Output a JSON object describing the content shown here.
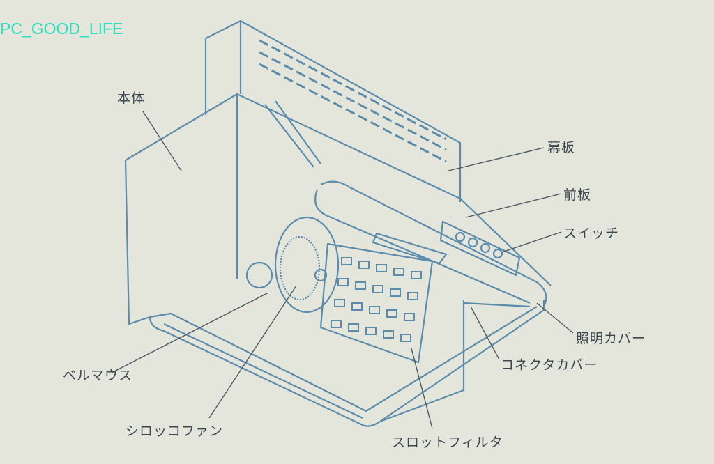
{
  "watermark": "PC_GOOD_LIFE",
  "labels": {
    "body": "本体",
    "curtain_panel": "幕板",
    "front_panel": "前板",
    "switch": "スイッチ",
    "light_cover": "照明カバー",
    "connector_cover": "コネクタカバー",
    "bell_mouth": "ベルマウス",
    "sirocco_fan": "シロッコファン",
    "slot_filter": "スロットフィルタ"
  },
  "colors": {
    "line": "#5c8cab",
    "background": "#e4e5db",
    "watermark": "#2fe0c0"
  }
}
